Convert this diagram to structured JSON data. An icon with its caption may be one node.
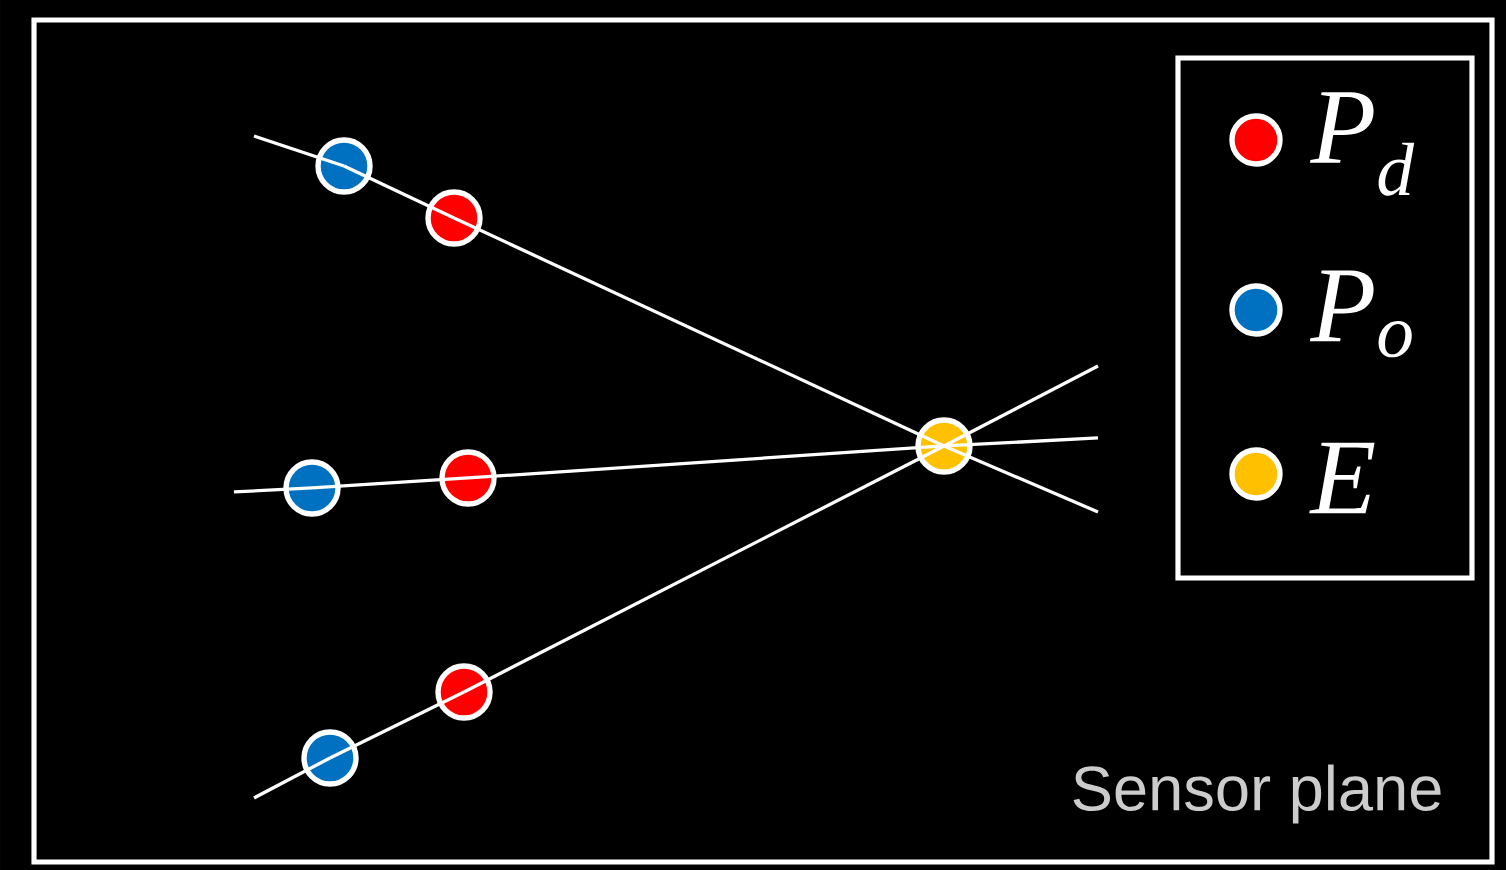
{
  "diagram": {
    "nodes": [
      {
        "text": [],
        "shape": "circle"
      },
      {
        "text": [],
        "shape": "circle"
      },
      {
        "text": [],
        "shape": "circle"
      },
      {
        "text": [],
        "shape": "circle"
      },
      {
        "text": [],
        "shape": "circle"
      },
      {
        "text": [],
        "shape": "circle"
      },
      {
        "text": [],
        "shape": "circle"
      }
    ],
    "edges": [
      {
        "from": null,
        "to": 0,
        "arrow": "none"
      },
      {
        "from": 0,
        "to": 1,
        "arrow": "none"
      },
      {
        "from": 1,
        "to": 6,
        "arrow": "none"
      },
      {
        "from": null,
        "to": 2,
        "arrow": "none"
      },
      {
        "from": 2,
        "to": 3,
        "arrow": "none"
      },
      {
        "from": 3,
        "to": 6,
        "arrow": "none"
      },
      {
        "from": null,
        "to": 4,
        "arrow": "none"
      },
      {
        "from": 4,
        "to": 5,
        "arrow": "none"
      },
      {
        "from": 5,
        "to": 6,
        "arrow": "none"
      },
      {
        "from": 6,
        "to": null,
        "arrow": "none"
      },
      {
        "from": 6,
        "to": null,
        "arrow": "none"
      },
      {
        "from": 6,
        "to": null,
        "arrow": "none"
      }
    ],
    "labels": [
      "Sensor plane"
    ],
    "legend": [
      {
        "text": "P$_{d}$",
        "color": "#ff0000"
      },
      {
        "text": "P$_{o}$",
        "color": "#0070c0"
      },
      {
        "text": "E",
        "color": "#ffc000"
      }
    ]
  }
}
